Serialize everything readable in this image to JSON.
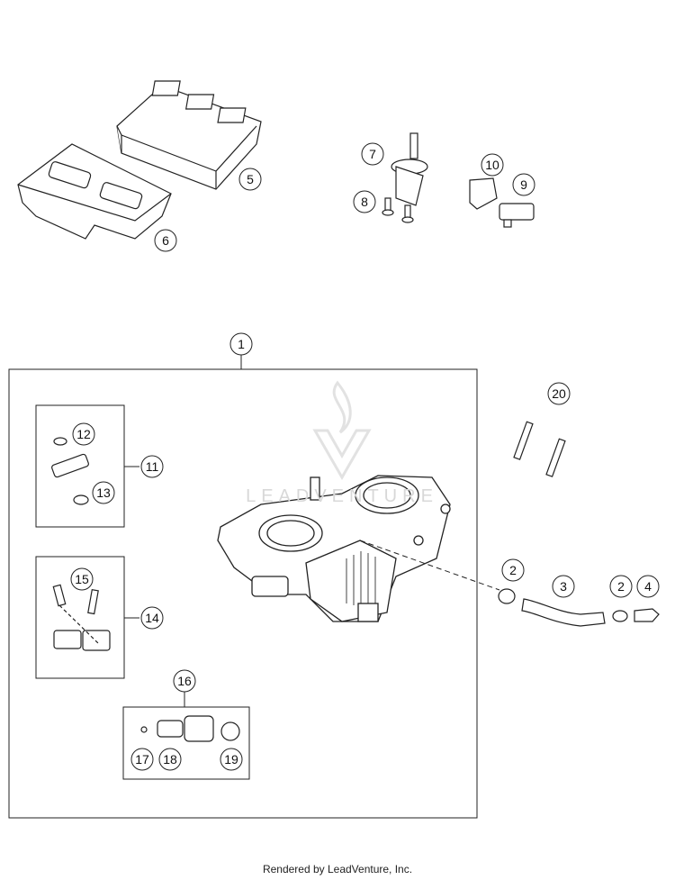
{
  "callouts": [
    {
      "label": "1"
    },
    {
      "label": "2"
    },
    {
      "label": "2"
    },
    {
      "label": "3"
    },
    {
      "label": "4"
    },
    {
      "label": "5"
    },
    {
      "label": "6"
    },
    {
      "label": "7"
    },
    {
      "label": "8"
    },
    {
      "label": "9"
    },
    {
      "label": "10"
    },
    {
      "label": "11"
    },
    {
      "label": "12"
    },
    {
      "label": "13"
    },
    {
      "label": "14"
    },
    {
      "label": "15"
    },
    {
      "label": "16"
    },
    {
      "label": "17"
    },
    {
      "label": "18"
    },
    {
      "label": "19"
    },
    {
      "label": "20"
    }
  ],
  "watermark": "LEADVENTURE",
  "footer": "Rendered by LeadVenture, Inc."
}
